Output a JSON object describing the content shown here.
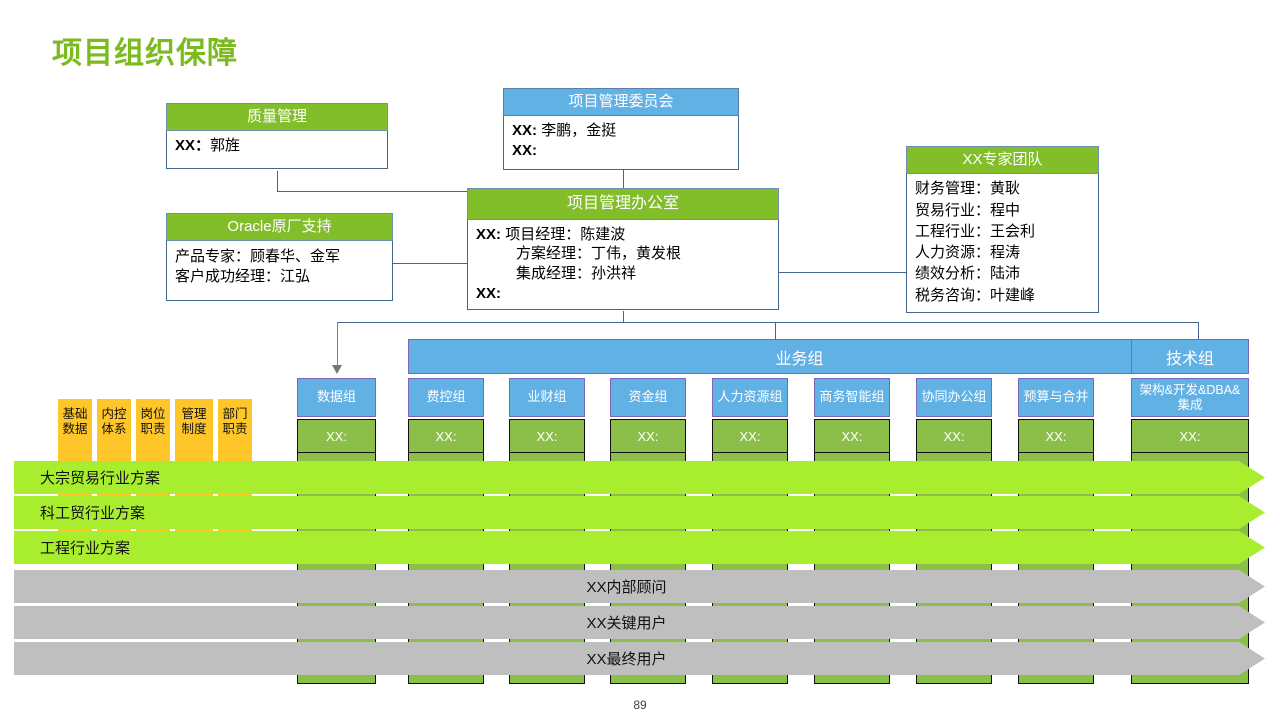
{
  "slide": {
    "title": "项目组织保障",
    "page_number": "89"
  },
  "colors": {
    "title_green": "#7cbb20",
    "header_green": "#82bd2a",
    "header_blue": "#62b1e5",
    "band_green": "#a8ee2e",
    "band_gray": "#bfbfbf",
    "column_green": "#8cbf4a",
    "orange": "#ffc629"
  },
  "cards": {
    "quality": {
      "title": "质量管理",
      "lines": [
        {
          "label": "XX：",
          "value": "郭旌"
        }
      ]
    },
    "committee": {
      "title": "项目管理委员会",
      "lines": [
        {
          "label": "XX:",
          "value": "李鹏，金挺"
        },
        {
          "label": "XX:",
          "value": ""
        }
      ]
    },
    "oracle": {
      "title": "Oracle原厂支持",
      "lines": [
        {
          "text": "产品专家：顾春华、金军"
        },
        {
          "text": "客户成功经理：江弘"
        }
      ]
    },
    "pmo": {
      "title": "项目管理办公室",
      "lines": [
        {
          "label": "XX:",
          "value": "项目经理：陈建波"
        },
        {
          "label": "",
          "value": "方案经理：丁伟，黄发根"
        },
        {
          "label": "",
          "value": "集成经理：孙洪祥"
        },
        {
          "label": "XX:",
          "value": ""
        }
      ]
    },
    "experts": {
      "title": "XX专家团队",
      "lines": [
        {
          "text": "财务管理：黄耿"
        },
        {
          "text": "贸易行业：程中"
        },
        {
          "text": "工程行业：王会利"
        },
        {
          "text": "人力资源：程涛"
        },
        {
          "text": "绩效分析：陆沛"
        },
        {
          "text": "税务咨询：叶建峰"
        }
      ]
    }
  },
  "banners": {
    "business": "业务组",
    "technical": "技术组"
  },
  "groups": [
    {
      "name": "数据组",
      "xx": "XX:"
    },
    {
      "name": "费控组",
      "xx": "XX:"
    },
    {
      "name": "业财组",
      "xx": "XX:"
    },
    {
      "name": "资金组",
      "xx": "XX:"
    },
    {
      "name": "人力资源组",
      "xx": "XX:"
    },
    {
      "name": "商务智能组",
      "xx": "XX:"
    },
    {
      "name": "协同办公组",
      "xx": "XX:"
    },
    {
      "name": "预算与合并",
      "xx": "XX:"
    },
    {
      "name": "架构&开发&DBA&集成",
      "xx": "XX:"
    }
  ],
  "left_chips": [
    {
      "label": "基础数据"
    },
    {
      "label": "内控体系"
    },
    {
      "label": "岗位职责"
    },
    {
      "label": "管理制度"
    },
    {
      "label": "部门职责"
    }
  ],
  "bands": [
    {
      "label": "大宗贸易行业方案",
      "style": "green"
    },
    {
      "label": "科工贸行业方案",
      "style": "green"
    },
    {
      "label": "工程行业方案",
      "style": "green"
    },
    {
      "label": "XX内部顾问",
      "style": "gray"
    },
    {
      "label": "XX关键用户",
      "style": "gray"
    },
    {
      "label": "XX最终用户",
      "style": "gray"
    }
  ]
}
